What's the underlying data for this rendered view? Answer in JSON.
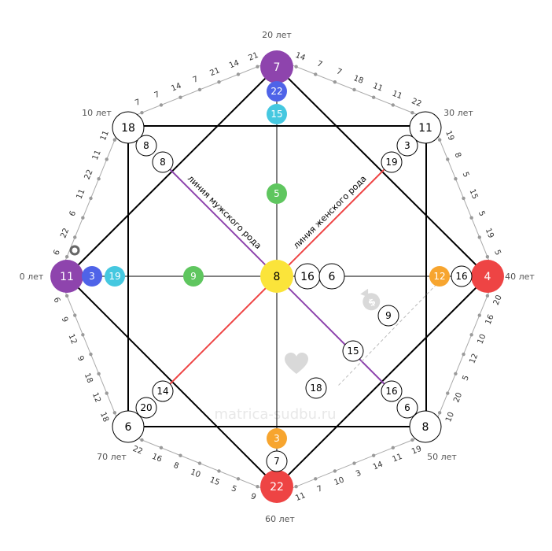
{
  "watermark": "matrica-sudbu.ru",
  "colors": {
    "purple": "#8e44ad",
    "blue": "#4f63e8",
    "cyan": "#45c8e0",
    "green": "#5fc65f",
    "yellow": "#fbe43a",
    "orange": "#f7a52f",
    "red": "#ee4444",
    "gender_male_line": "#8e44ad",
    "gender_female_line": "#ee4444",
    "dot_gray": "#9a9a9a",
    "decor_icon": "#d9d9d9"
  },
  "age_labels": {
    "a0": "0 лет",
    "a10": "10 лет",
    "a20": "20 лет",
    "a30": "30 лет",
    "a40": "40 лет",
    "a50": "50 лет",
    "a60": "60 лет",
    "a70": "70 лет"
  },
  "axis_labels": {
    "male_line": "линия мужского рода",
    "female_line": "линия женского рода"
  },
  "nodes": {
    "top": "7",
    "top_2": "22",
    "top_3": "15",
    "top_mid": "5",
    "left": "11",
    "left_2": "3",
    "left_3": "19",
    "left_mid": "9",
    "right": "4",
    "right_2": "16",
    "right_3": "12",
    "bottom": "22",
    "bottom_2": "7",
    "bottom_3": "3",
    "center": "8",
    "center_r1": "16",
    "center_r2": "6",
    "tl": "18",
    "tl_2": "8",
    "tl_3": "8",
    "tr": "11",
    "tr_2": "3",
    "tr_3": "19",
    "br": "8",
    "br_2": "6",
    "br_3": "16",
    "bl": "6",
    "bl_2": "20",
    "bl_3": "14",
    "money_1": "9",
    "money_2": "15",
    "love": "18"
  },
  "outer_numbers": {
    "s_0_10": [
      "6",
      "22",
      "6",
      "11",
      "22",
      "11",
      "11"
    ],
    "s_10_20": [
      "7",
      "7",
      "14",
      "7",
      "21",
      "14",
      "21"
    ],
    "s_20_30": [
      "14",
      "7",
      "7",
      "18",
      "11",
      "11",
      "22"
    ],
    "s_30_40": [
      "19",
      "8",
      "5",
      "15",
      "5",
      "19",
      "5"
    ],
    "s_40_50": [
      "20",
      "16",
      "10",
      "12",
      "5",
      "20",
      "10"
    ],
    "s_50_60": [
      "19",
      "11",
      "14",
      "3",
      "10",
      "7",
      "11"
    ],
    "s_60_70": [
      "9",
      "5",
      "15",
      "10",
      "8",
      "16",
      "22"
    ],
    "s_70_80": [
      "18",
      "12",
      "18",
      "9",
      "12",
      "9",
      "6"
    ]
  }
}
